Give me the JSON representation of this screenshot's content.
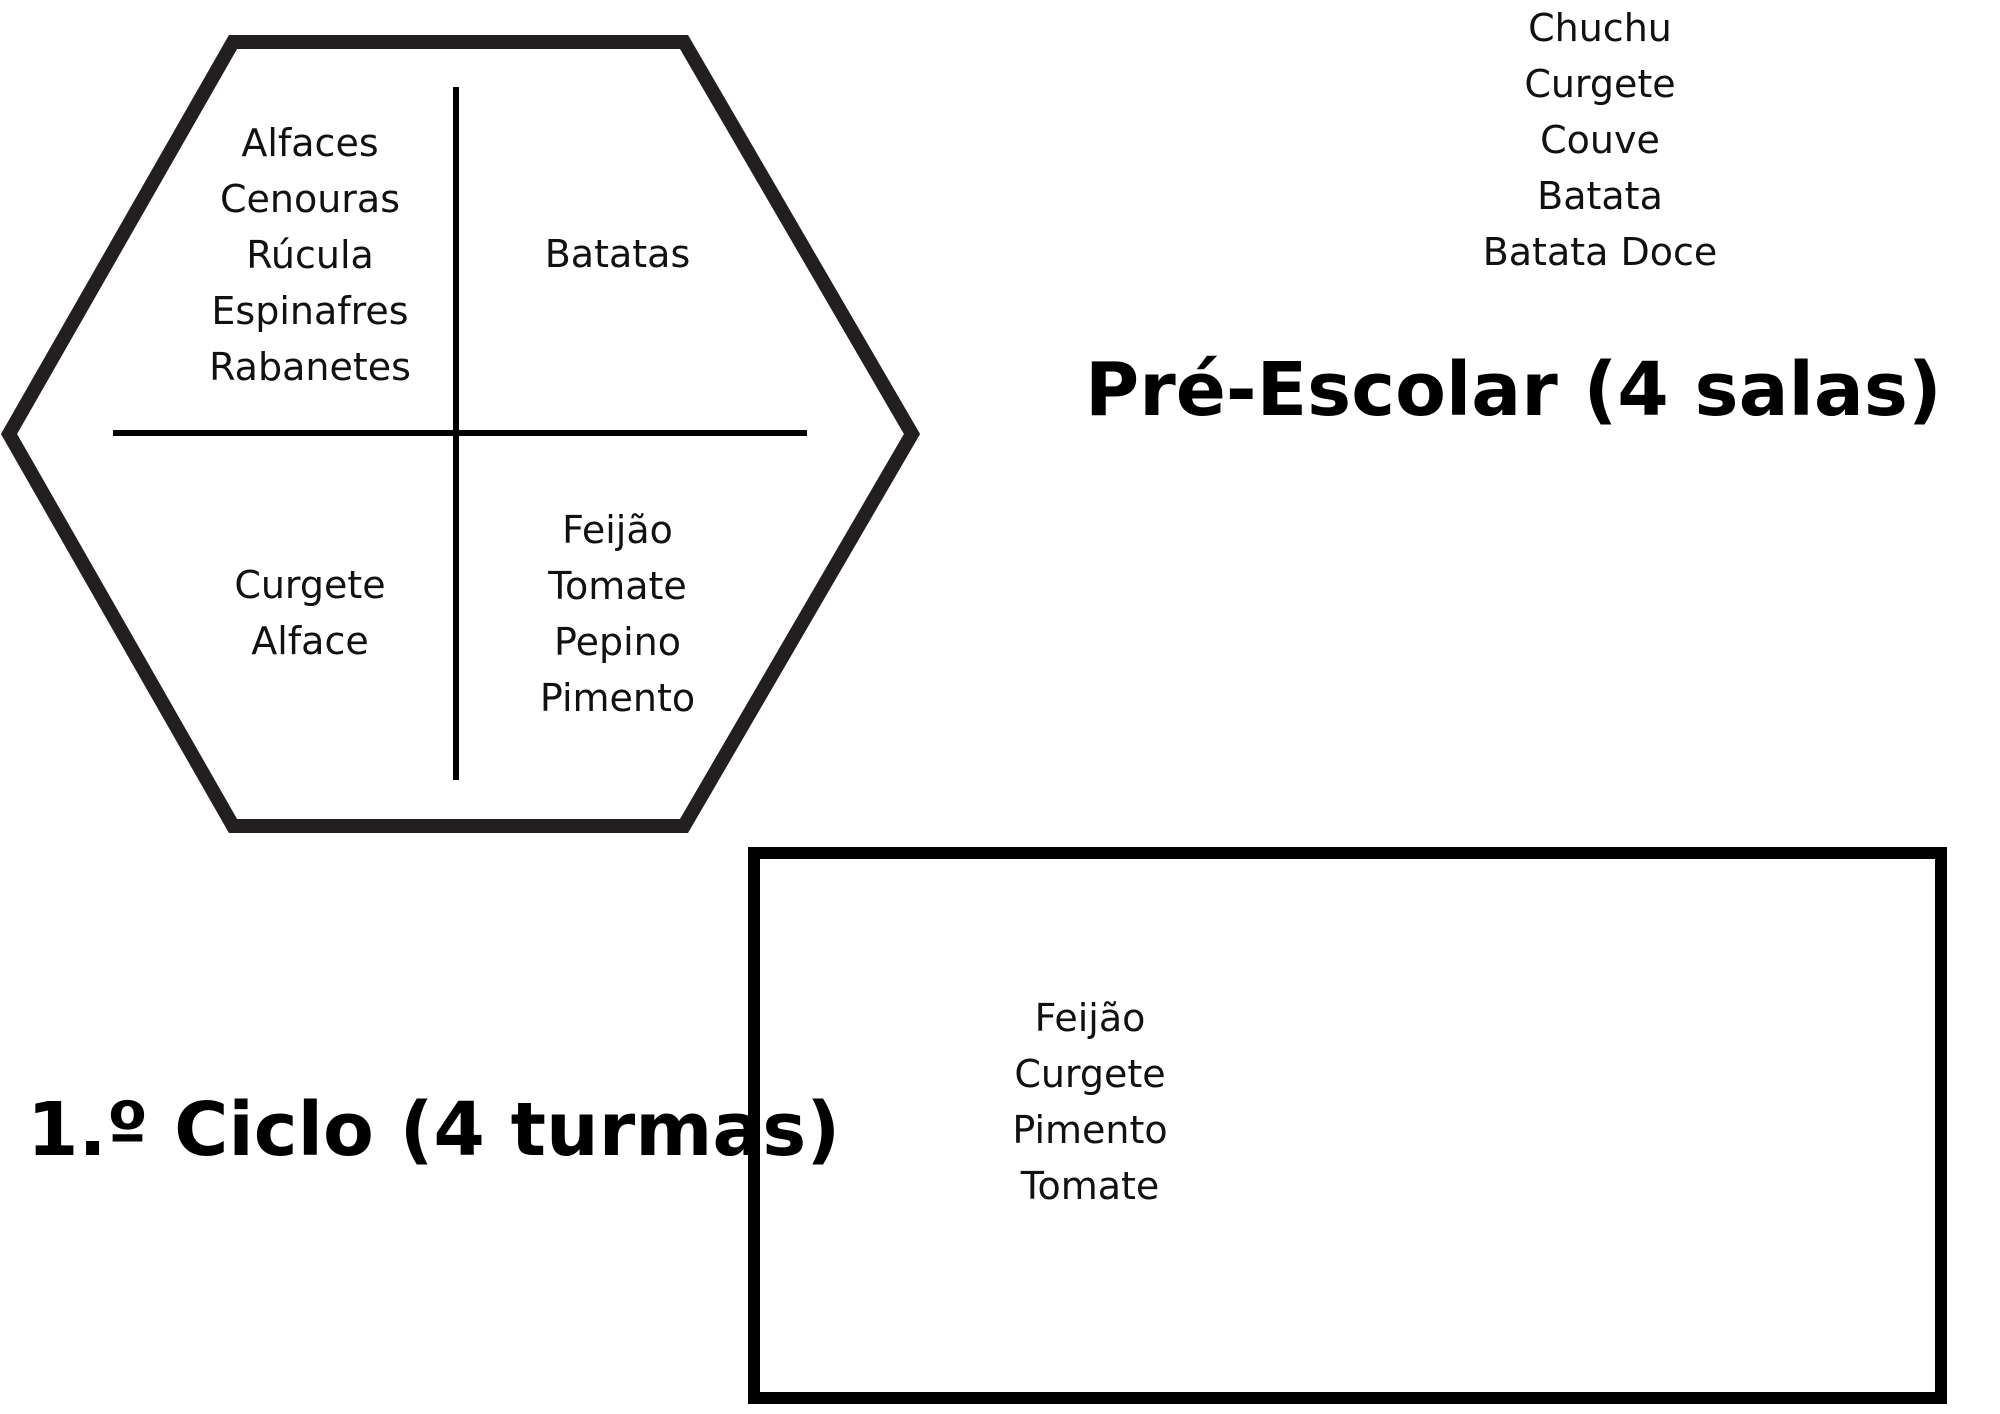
{
  "pre_escolar": {
    "title": "Pré-Escolar (4 salas)",
    "quadrants": {
      "top_left": [
        "Alfaces",
        "Cenouras",
        "Rúcula",
        "Espinafres",
        "Rabanetes"
      ],
      "top_right": [
        "Batatas"
      ],
      "bottom_left": [
        "Curgete",
        "Alface"
      ],
      "bottom_right": [
        "Feijão",
        "Tomate",
        "Pepino",
        "Pimento"
      ]
    }
  },
  "primeiro_ciclo": {
    "title": "1.º Ciclo (4 turmas)",
    "columns": {
      "left": [
        "Feijão",
        "Curgete",
        "Pimento",
        "Tomate"
      ],
      "right": [
        "Chuchu",
        "Curgete",
        "Couve",
        "Batata",
        "Batata Doce"
      ]
    }
  }
}
